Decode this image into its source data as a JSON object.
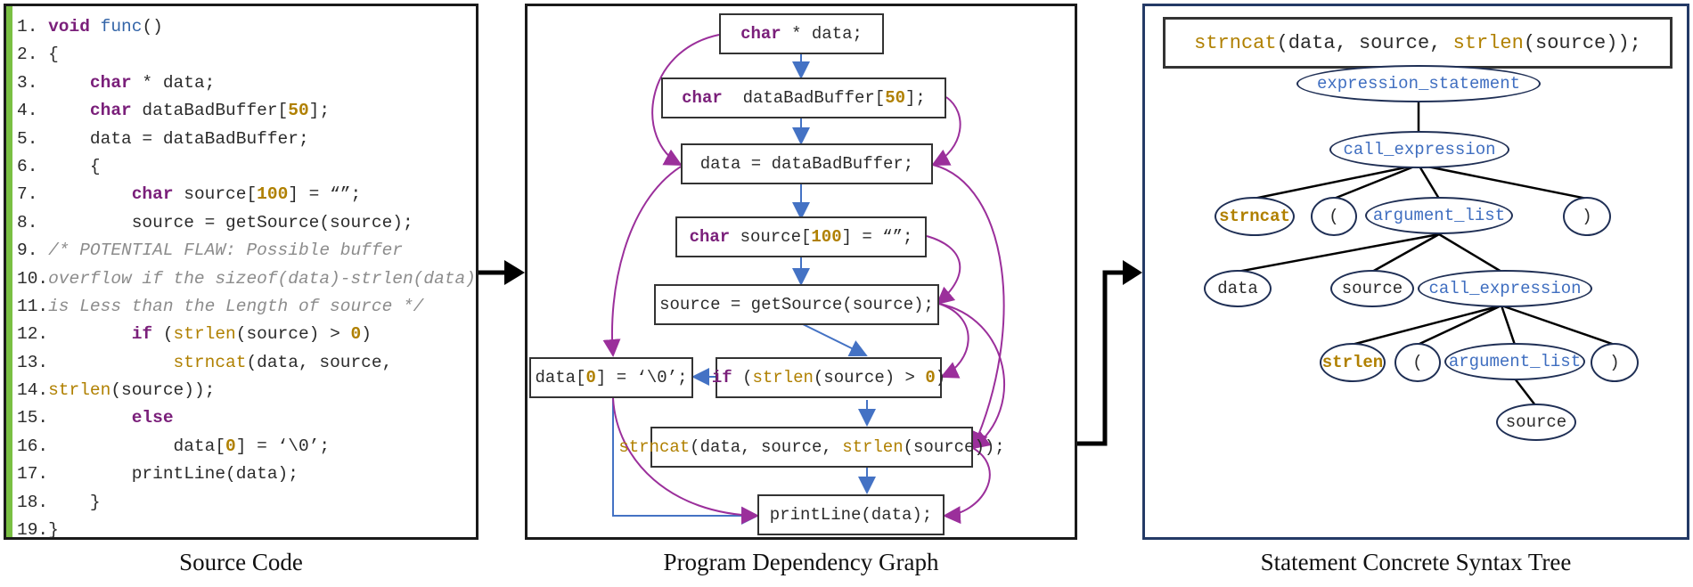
{
  "captions": {
    "source": "Source Code",
    "pdg": "Program Dependency Graph",
    "cst": "Statement Concrete Syntax Tree"
  },
  "source_code": {
    "lines": [
      "1. void func()",
      "2. {",
      "3.     char * data;",
      "4.     char dataBadBuffer[50];",
      "5.     data = dataBadBuffer;",
      "6.     {",
      "7.         char source[100] = “”;",
      "8.         source = getSource(source);",
      "9. /* POTENTIAL FLAW: Possible buffer",
      "10.overflow if the sizeof(data)-strlen(data)",
      "11.is Less than the Length of source */",
      "12.        if (strlen(source) > 0)",
      "13.            strncat(data, source,",
      "14.strlen(source));",
      "15.        else",
      "16.            data[0] = ‘\\0’;",
      "17.        printLine(data);",
      "18.    }",
      "19.}"
    ]
  },
  "pdg": {
    "nodes": {
      "n1": "char * data;",
      "n2": "char  dataBadBuffer[50];",
      "n3": "data = dataBadBuffer;",
      "n4": "char source[100] = “”;",
      "n5": "source = getSource(source);",
      "n6": "if (strlen(source) > 0)",
      "n7": "data[0] = ‘\\0’;",
      "n8": "strncat(data, source, strlen(source));",
      "n9": "printLine(data);"
    },
    "colors": {
      "control_edge": "#4472c4",
      "data_edge": "#9b2f9b"
    }
  },
  "cst": {
    "statement": "strncat(data, source, strlen(source));",
    "nodes": {
      "expression_statement": "expression_statement",
      "call_expression_1": "call_expression",
      "strncat": "strncat",
      "lparen_1": "(",
      "argument_list_1": "argument_list",
      "rparen_1": ")",
      "data": "data",
      "source_1": "source",
      "call_expression_2": "call_expression",
      "strlen": "strlen",
      "lparen_2": "(",
      "argument_list_2": "argument_list",
      "rparen_2": ")",
      "source_2": "source"
    }
  }
}
